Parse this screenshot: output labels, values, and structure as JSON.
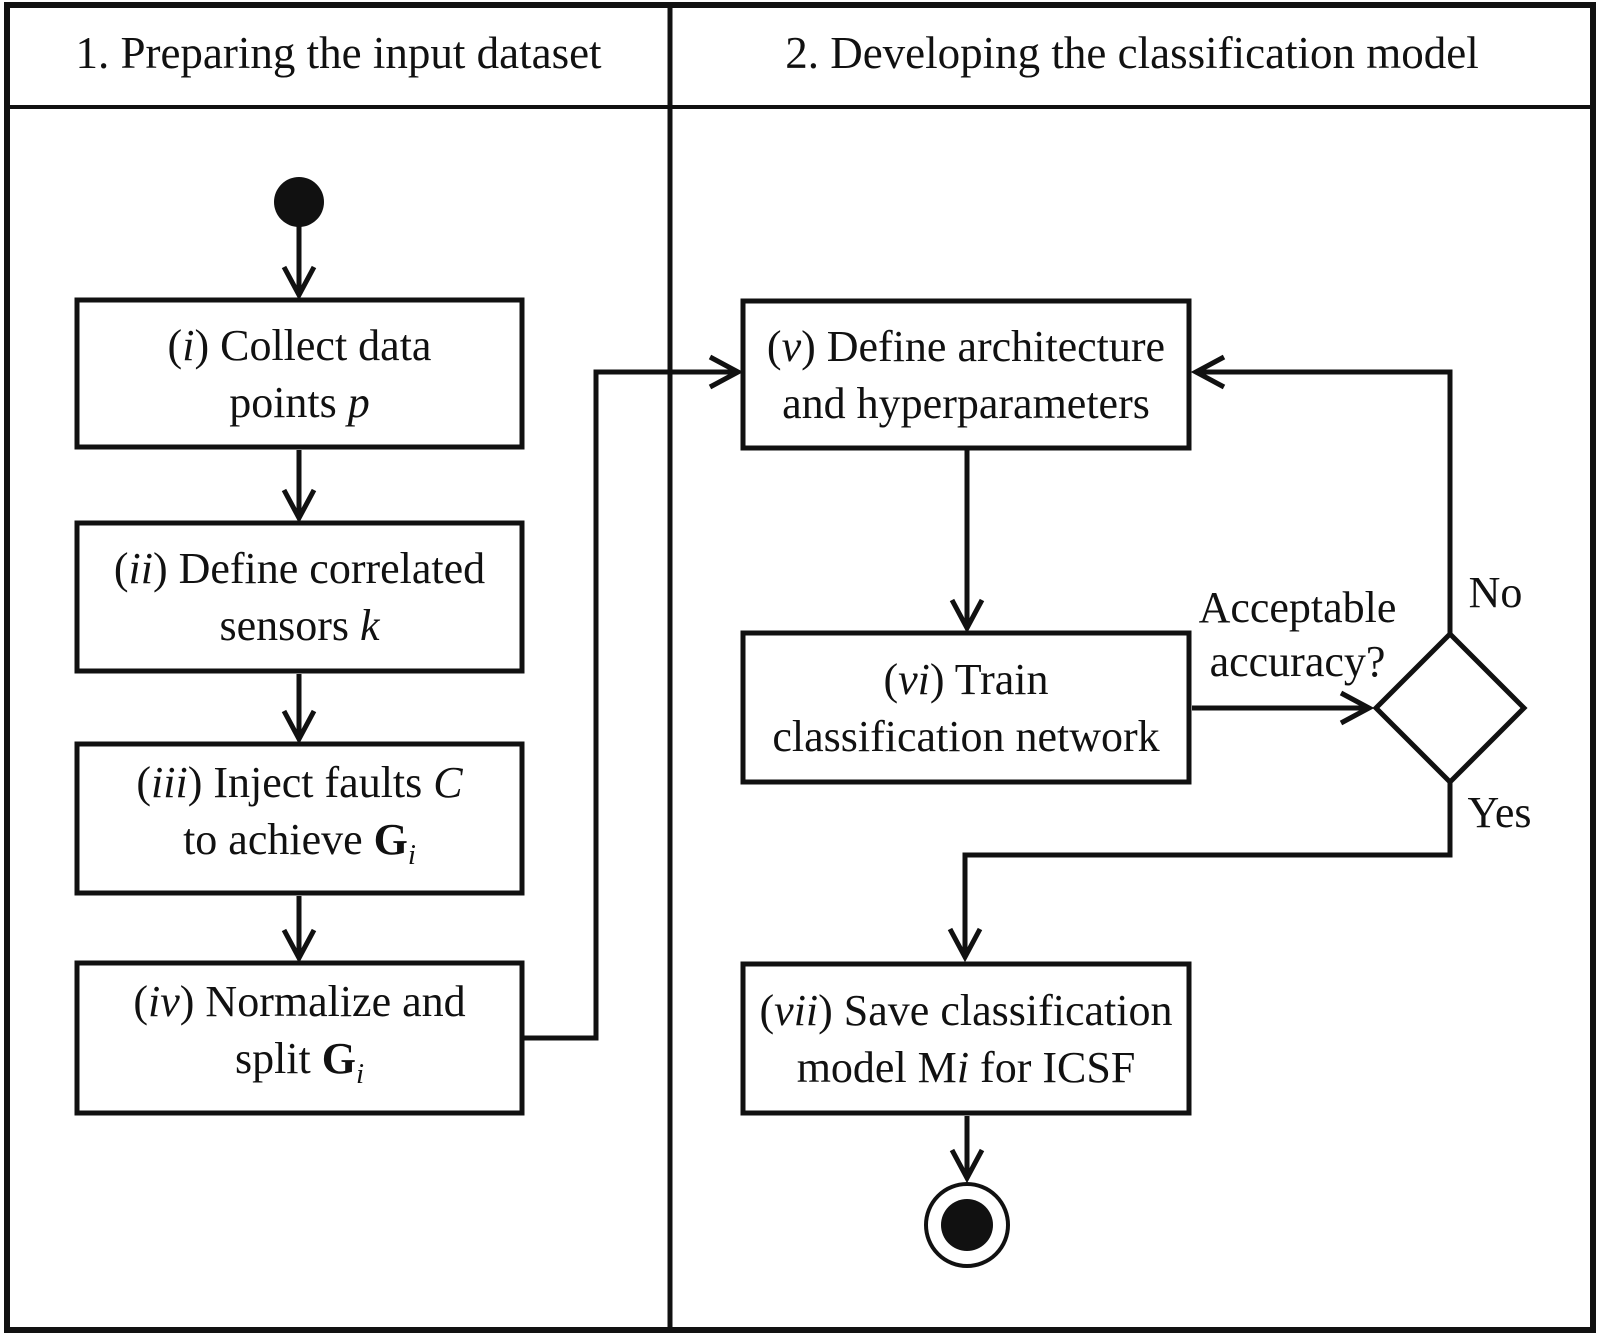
{
  "colors": {
    "ink": "#111111",
    "background": "#ffffff"
  },
  "headers": {
    "left": "1. Preparing the input dataset",
    "right": "2. Developing the classification model"
  },
  "boxes": {
    "i": {
      "line1": [
        {
          "t": "("
        },
        {
          "t": "i",
          "s": "i"
        },
        {
          "t": ") Collect data"
        }
      ],
      "line2": [
        {
          "t": "points "
        },
        {
          "t": "p",
          "s": "i"
        }
      ]
    },
    "ii": {
      "line1": [
        {
          "t": "("
        },
        {
          "t": "ii",
          "s": "i"
        },
        {
          "t": ") Define correlated"
        }
      ],
      "line2": [
        {
          "t": "sensors "
        },
        {
          "t": "k",
          "s": "i"
        }
      ]
    },
    "iii": {
      "line1": [
        {
          "t": "("
        },
        {
          "t": "iii",
          "s": "i"
        },
        {
          "t": ") Inject faults "
        },
        {
          "t": "C",
          "s": "i"
        }
      ],
      "line2": [
        {
          "t": "to achieve "
        },
        {
          "t": "G",
          "s": "b"
        },
        {
          "t": "i",
          "s": "subi"
        }
      ]
    },
    "iv": {
      "line1": [
        {
          "t": "("
        },
        {
          "t": "iv",
          "s": "i"
        },
        {
          "t": ") Normalize and"
        }
      ],
      "line2": [
        {
          "t": "split "
        },
        {
          "t": "G",
          "s": "b"
        },
        {
          "t": "i",
          "s": "subi"
        }
      ]
    },
    "v": {
      "line1": [
        {
          "t": "("
        },
        {
          "t": "v",
          "s": "i"
        },
        {
          "t": ") Define architecture"
        }
      ],
      "line2": [
        {
          "t": "and hyperparameters"
        }
      ]
    },
    "vi": {
      "line1": [
        {
          "t": "("
        },
        {
          "t": "vi",
          "s": "i"
        },
        {
          "t": ") Train"
        }
      ],
      "line2": [
        {
          "t": "classification network"
        }
      ]
    },
    "vii": {
      "line1": [
        {
          "t": "("
        },
        {
          "t": "vii",
          "s": "i"
        },
        {
          "t": ") Save classification"
        }
      ],
      "line2": [
        {
          "t": "model M"
        },
        {
          "t": "i",
          "s": "i"
        },
        {
          "t": " for ICSF"
        }
      ]
    }
  },
  "decision": {
    "line1": "Acceptable",
    "line2": "accuracy?"
  },
  "edge_labels": {
    "no": "No",
    "yes": "Yes"
  }
}
